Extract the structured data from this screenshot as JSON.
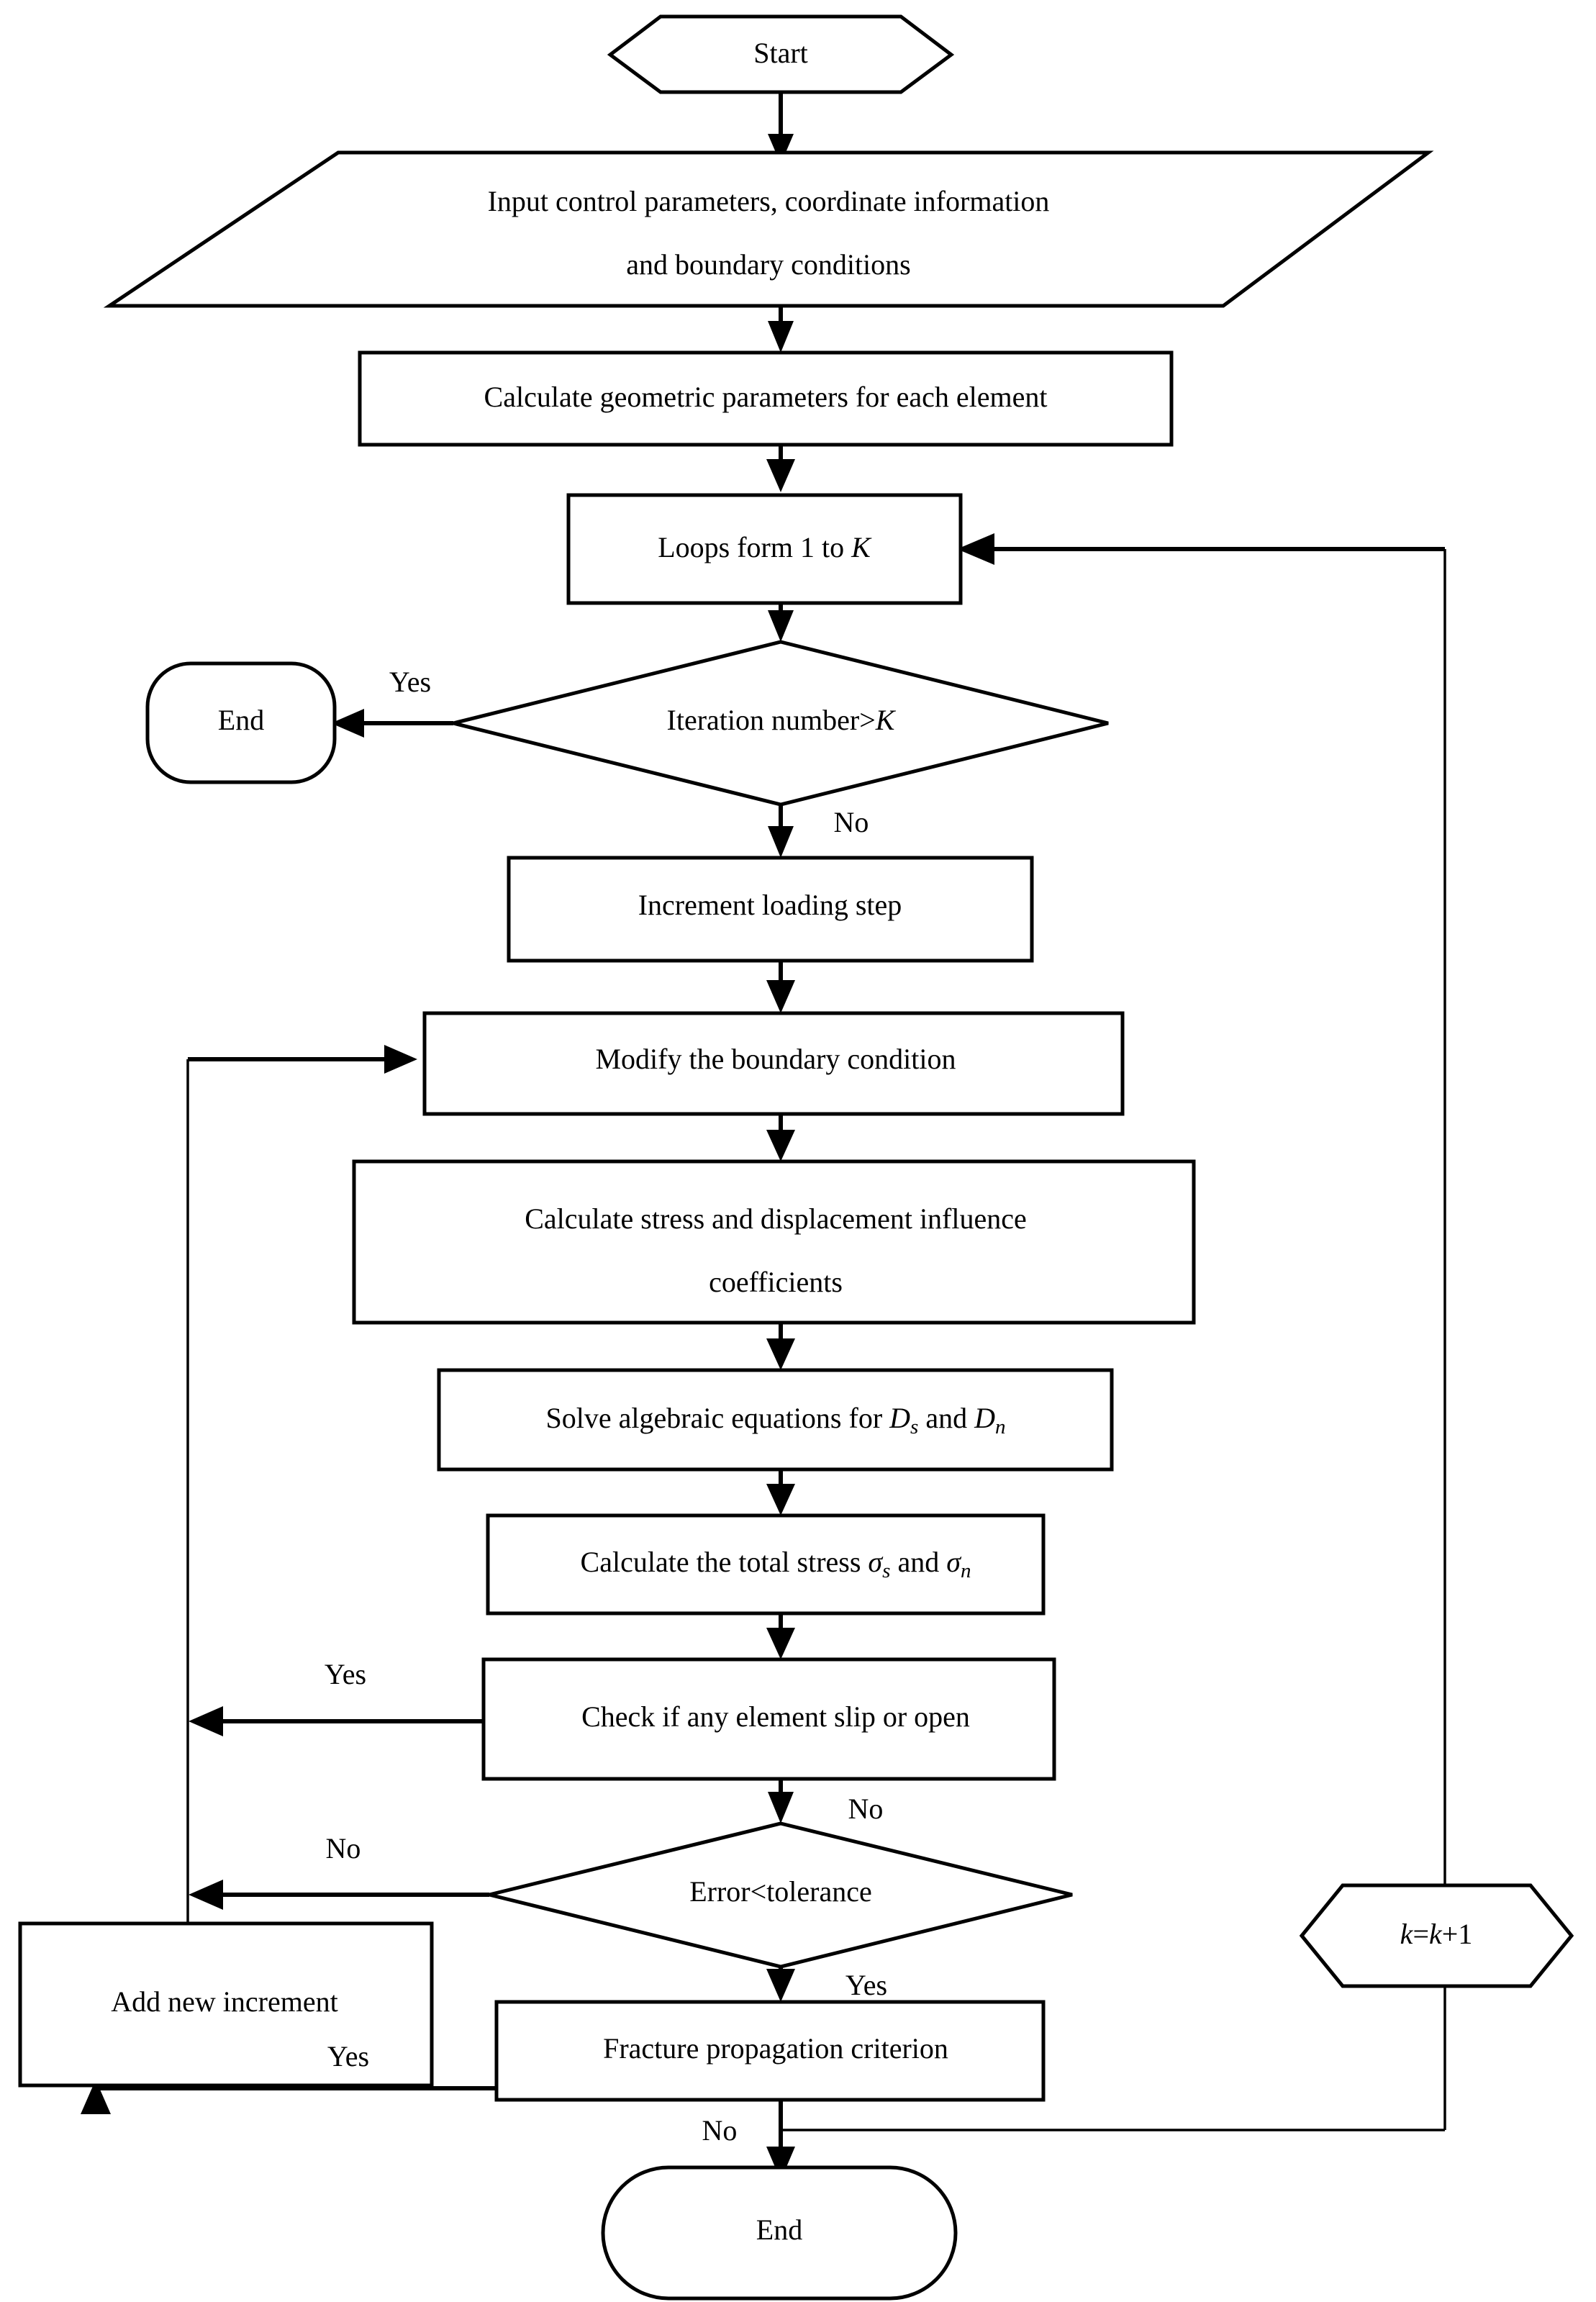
{
  "diagram": {
    "type": "flowchart",
    "title": "Displacement discontinuity method iteration flowchart",
    "background_color": "#ffffff",
    "line_color": "#000000",
    "text_color": "#000000"
  },
  "nodes": {
    "start": {
      "label": "Start",
      "shape": "hexagon"
    },
    "input": {
      "line1": "Input control parameters, coordinate information",
      "line2": "and boundary conditions",
      "shape": "parallelogram"
    },
    "calc_geom": {
      "label": "Calculate geometric parameters for each element",
      "shape": "rectangle"
    },
    "loops": {
      "prefix": "Loops form 1 to ",
      "var": "K",
      "shape": "rectangle"
    },
    "iter_check": {
      "prefix": "Iteration number>",
      "var": "K",
      "shape": "diamond"
    },
    "end_left": {
      "label": "End",
      "shape": "stadium"
    },
    "increment_load": {
      "label": "Increment loading step",
      "shape": "rectangle"
    },
    "modify_bc": {
      "label": "Modify the boundary condition",
      "shape": "rectangle"
    },
    "calc_coeff": {
      "line1": "Calculate stress and displacement influence",
      "line2": "coefficients",
      "shape": "rectangle"
    },
    "solve_eq": {
      "prefix": "Solve algebraic equations for ",
      "var1": "D",
      "sub1": "s",
      "mid": " and ",
      "var2": "D",
      "sub2": "n",
      "shape": "rectangle"
    },
    "total_stress": {
      "prefix": "Calculate the total stress ",
      "var1": "σ",
      "sub1": "s",
      "mid": " and ",
      "var2": "σ",
      "sub2": "n",
      "shape": "rectangle"
    },
    "check_slip": {
      "label": "Check if any element slip or open",
      "shape": "rectangle"
    },
    "error_tol": {
      "label": "Error<tolerance",
      "shape": "diamond"
    },
    "add_increment": {
      "label": "Add new increment",
      "shape": "rectangle"
    },
    "fracture_crit": {
      "label": "Fracture propagation criterion",
      "shape": "rectangle"
    },
    "k_increment": {
      "v1": "k",
      "eq": "=",
      "v2": "k",
      "plus": "+1",
      "shape": "hexagon"
    },
    "end_bottom": {
      "label": "End",
      "shape": "stadium"
    }
  },
  "edge_labels": {
    "iter_yes": "Yes",
    "iter_no": "No",
    "slip_yes": "Yes",
    "slip_no": "No",
    "error_no": "No",
    "error_yes": "Yes",
    "fracture_yes": "Yes",
    "fracture_no": "No"
  }
}
